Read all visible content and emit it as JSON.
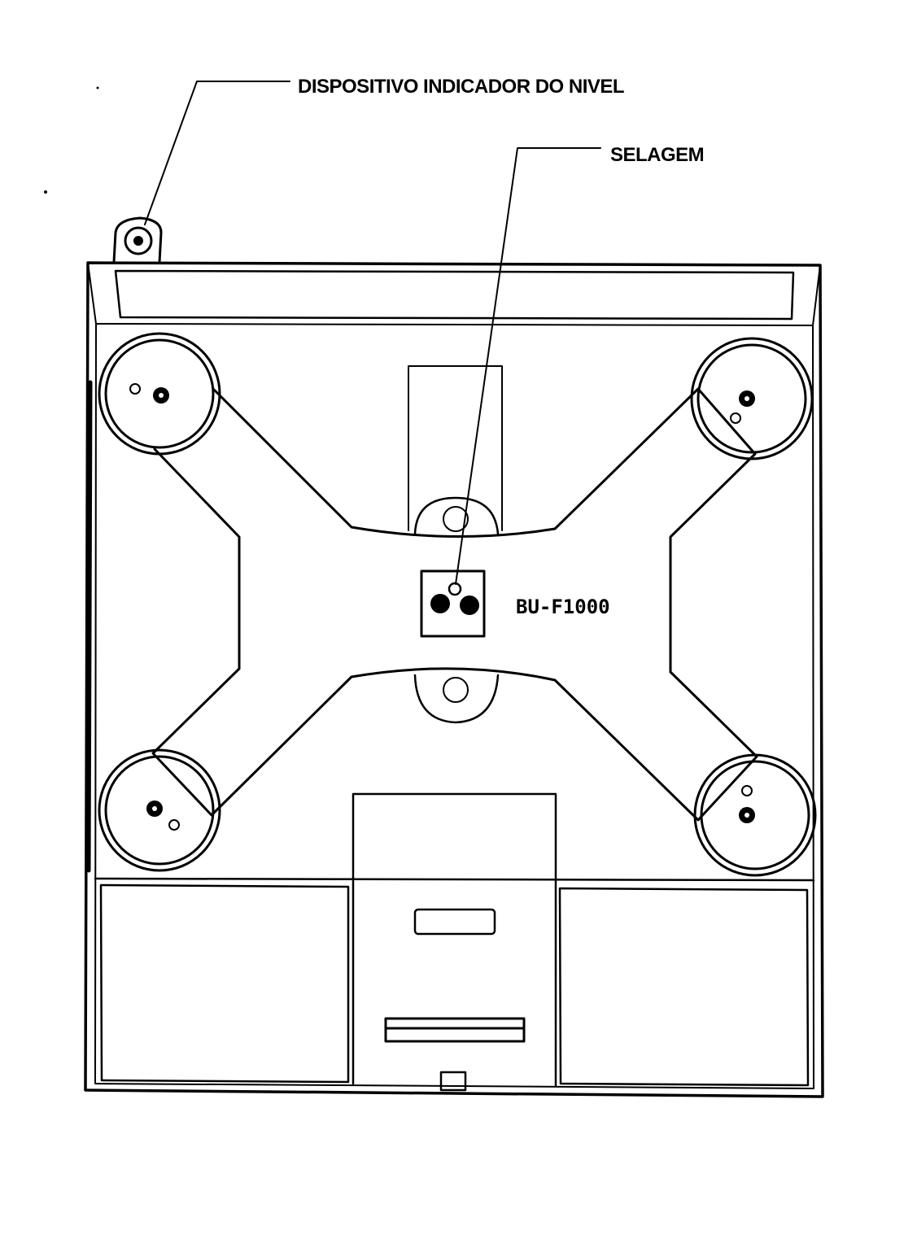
{
  "labels": {
    "level_indicator": "DISPOSITIVO INDICADOR DO NIVEL",
    "sealing": "SELAGEM",
    "model": "BU-F1000"
  },
  "colors": {
    "ink": "#000000",
    "paper": "#ffffff"
  }
}
